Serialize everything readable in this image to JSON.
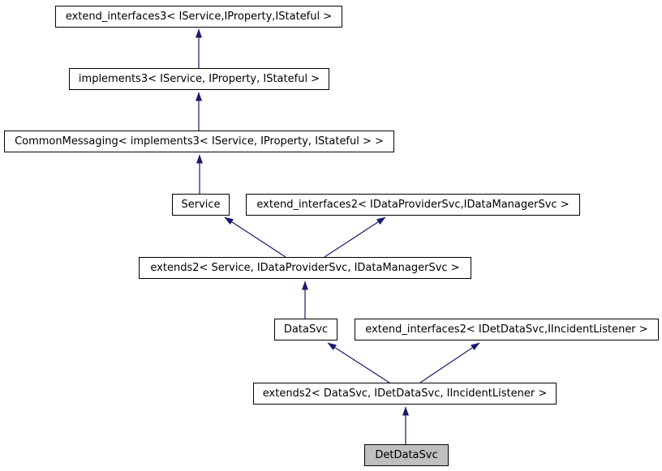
{
  "diagram": {
    "type": "class-inheritance-graph",
    "highlighted_node": "DetDataSvc",
    "colors": {
      "arrow": "#191970",
      "node_border": "#000000",
      "node_fill": "#ffffff",
      "highlighted_node_fill": "#bfbfbf",
      "text": "#000000",
      "background": "#ffffff"
    },
    "nodes": {
      "extend_interfaces3": {
        "label": "extend_interfaces3< IService,IProperty,IStateful >"
      },
      "implements3": {
        "label": "implements3< IService, IProperty, IStateful >"
      },
      "common_messaging": {
        "label": "CommonMessaging< implements3< IService, IProperty, IStateful > >"
      },
      "service": {
        "label": "Service"
      },
      "extend_interfaces2_data": {
        "label": "extend_interfaces2< IDataProviderSvc,IDataManagerSvc >"
      },
      "extends2_service": {
        "label": "extends2< Service, IDataProviderSvc, IDataManagerSvc >"
      },
      "datasvc": {
        "label": "DataSvc"
      },
      "extend_interfaces2_det": {
        "label": "extend_interfaces2< IDetDataSvc,IIncidentListener >"
      },
      "extends2_datasvc": {
        "label": "extends2< DataSvc, IDetDataSvc, IIncidentListener >"
      },
      "detdatasvc": {
        "label": "DetDataSvc"
      }
    },
    "edges": [
      {
        "from": "implements3",
        "to": "extend_interfaces3",
        "relation": "inherits"
      },
      {
        "from": "common_messaging",
        "to": "implements3",
        "relation": "inherits"
      },
      {
        "from": "service",
        "to": "common_messaging",
        "relation": "inherits"
      },
      {
        "from": "extends2_service",
        "to": "service",
        "relation": "inherits"
      },
      {
        "from": "extends2_service",
        "to": "extend_interfaces2_data",
        "relation": "inherits"
      },
      {
        "from": "datasvc",
        "to": "extends2_service",
        "relation": "inherits"
      },
      {
        "from": "extends2_datasvc",
        "to": "datasvc",
        "relation": "inherits"
      },
      {
        "from": "extends2_datasvc",
        "to": "extend_interfaces2_det",
        "relation": "inherits"
      },
      {
        "from": "detdatasvc",
        "to": "extends2_datasvc",
        "relation": "inherits"
      }
    ]
  }
}
